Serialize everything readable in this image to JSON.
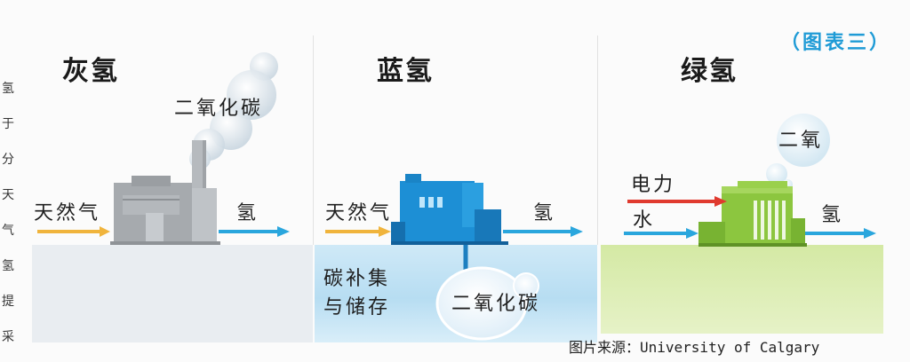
{
  "figure_label": "（图表三）",
  "source": "图片来源：University of Calgary",
  "left_edge_glyphs": [
    "氢",
    "于",
    "分",
    "天",
    "气",
    "氢",
    "提",
    "采"
  ],
  "colors": {
    "natural_gas_arrow": "#f0b43c",
    "hydrogen_arrow": "#2aa6dd",
    "electricity_arrow": "#e03a2f",
    "water_arrow": "#2aa6dd",
    "gray_ground": "#e7ebef",
    "blue_ground": "#bfe1f3",
    "green_ground": "#cfe59b",
    "gray_plant": "#a9adb2",
    "blue_plant": "#1f8fd4",
    "green_plant": "#8cc63f"
  },
  "panels": [
    {
      "id": "gray",
      "title": "灰氢",
      "input": "天然气",
      "output": "氢",
      "emission": "二氧化碳"
    },
    {
      "id": "blue",
      "title": "蓝氢",
      "input": "天然气",
      "output": "氢",
      "capture_line1": "碳补集",
      "capture_line2": "与储存",
      "stored": "二氧化碳"
    },
    {
      "id": "green",
      "title": "绿氢",
      "input_power": "电力",
      "input_water": "水",
      "output": "氢",
      "emission": "二氧"
    }
  ]
}
